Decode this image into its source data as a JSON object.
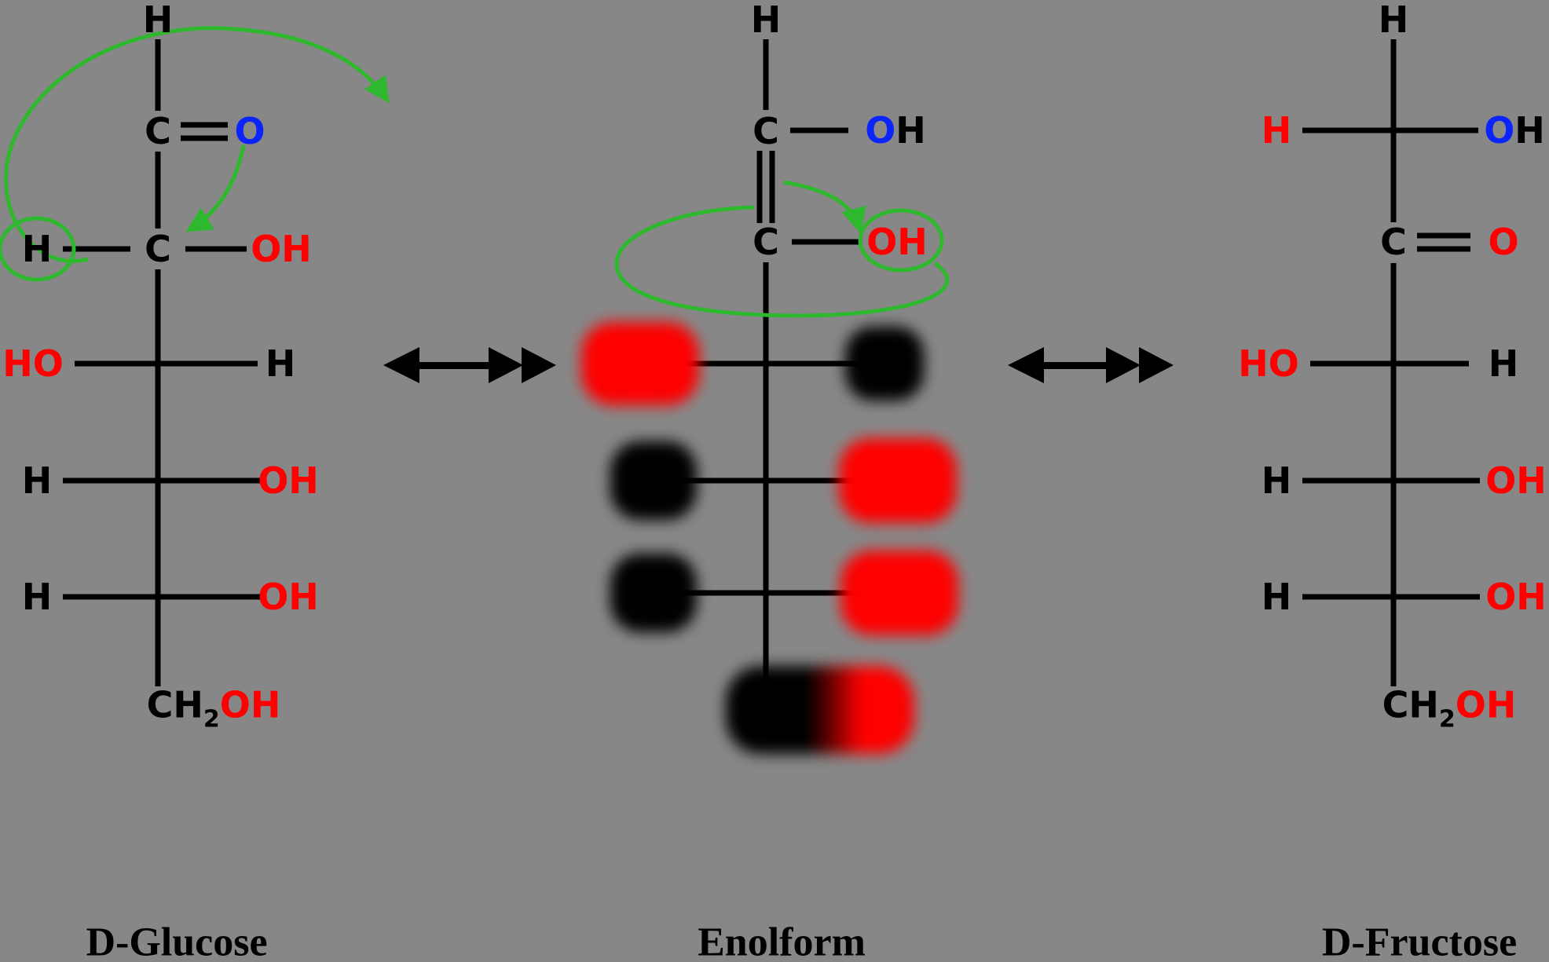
{
  "colors": {
    "background": "#878787",
    "bond_black": "#000000",
    "atom_red": "#fe0000",
    "atom_blue": "#0b24fb",
    "annotation_green": "#2db82d",
    "blob_red": "#fe0000",
    "blob_black": "#000000"
  },
  "labels": {
    "glucose": "D-Glucose",
    "enolform": "Enolform",
    "fructose": "D-Fructose"
  },
  "glucose": {
    "h_top": "H",
    "c1": "C",
    "o1": "O",
    "h2": "H",
    "c2": "C",
    "oh2": "OH",
    "ho3": "HO",
    "h3": "H",
    "h4": "H",
    "oh4": "OH",
    "h5": "H",
    "oh5": "OH",
    "ch": "CH",
    "sub2": "2",
    "oh6": "OH"
  },
  "enolform": {
    "h_top": "H",
    "c1": "C",
    "o1": "O",
    "h1": "H",
    "c2": "C",
    "oh2": "OH"
  },
  "fructose": {
    "h_top": "H",
    "h1": "H",
    "o1": "O",
    "h1b": "H",
    "c2": "C",
    "o2": "O",
    "ho3": "HO",
    "h3": "H",
    "h4": "H",
    "oh4": "OH",
    "h5": "H",
    "oh5": "OH",
    "ch": "CH",
    "sub2": "2",
    "oh6": "OH"
  }
}
